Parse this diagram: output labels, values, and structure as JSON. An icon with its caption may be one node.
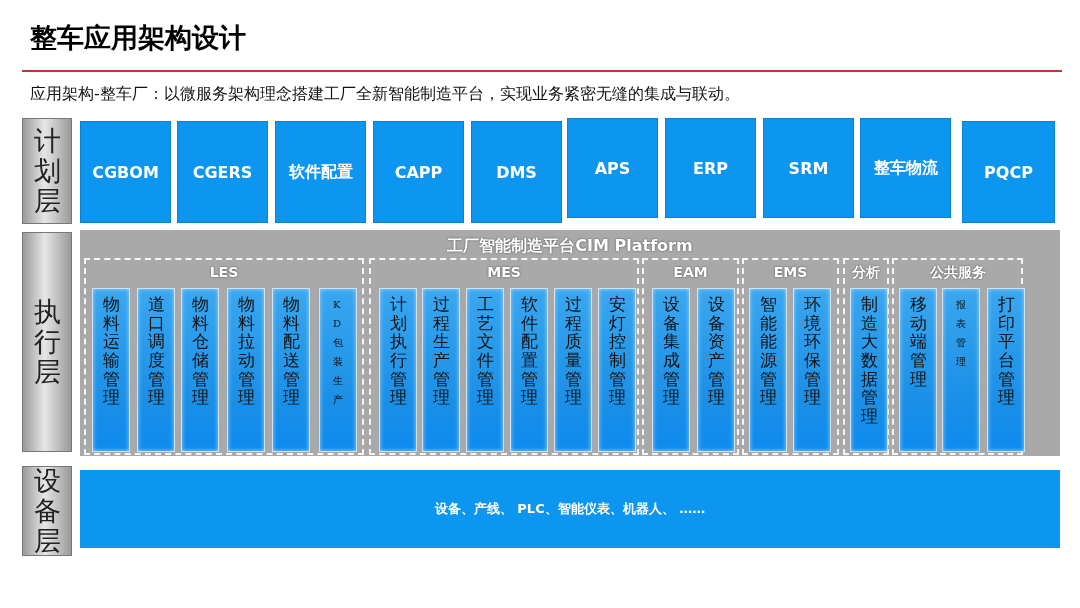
{
  "diagram": {
    "title": "整车应用架构设计",
    "caption": "应用架构-整车厂：以微服务架构理念搭建工厂全新智能制造平台，实现业务紧密无缝的集成与联动。",
    "nodes": [
      {
        "text": [
          "计划层"
        ]
      },
      {
        "text": [
          "CGBOM"
        ]
      },
      {
        "text": [
          "CGERS"
        ]
      },
      {
        "text": [
          "软件配置"
        ]
      },
      {
        "text": [
          "CAPP"
        ]
      },
      {
        "text": [
          "DMS"
        ]
      },
      {
        "text": [
          "APS"
        ]
      },
      {
        "text": [
          "ERP"
        ]
      },
      {
        "text": [
          "SRM"
        ]
      },
      {
        "text": [
          "整车物流"
        ]
      },
      {
        "text": [
          "PQCP"
        ]
      },
      {
        "text": [
          "执行层"
        ]
      },
      {
        "text": [
          "工厂智能制造平台CIM Platform"
        ]
      },
      {
        "text": [
          "LES"
        ],
        "in": 12
      },
      {
        "text": [
          "物料运输管理"
        ],
        "in": 13
      },
      {
        "text": [
          "道口调度管理"
        ],
        "in": 13
      },
      {
        "text": [
          "物料仓储管理"
        ],
        "in": 13
      },
      {
        "text": [
          "物料拉动管理"
        ],
        "in": 13
      },
      {
        "text": [
          "物料配送管理"
        ],
        "in": 13
      },
      {
        "text": [
          "KD包装生产"
        ],
        "in": 13
      },
      {
        "text": [
          "MES"
        ],
        "in": 12
      },
      {
        "text": [
          "计划执行管理"
        ],
        "in": 20
      },
      {
        "text": [
          "过程生产管理"
        ],
        "in": 20
      },
      {
        "text": [
          "工艺文件管理"
        ],
        "in": 20
      },
      {
        "text": [
          "软件配置管理"
        ],
        "in": 20
      },
      {
        "text": [
          "过程质量管理"
        ],
        "in": 20
      },
      {
        "text": [
          "安灯控制管理"
        ],
        "in": 20
      },
      {
        "text": [
          "EAM"
        ],
        "in": 12
      },
      {
        "text": [
          "设备集成管理"
        ],
        "in": 27
      },
      {
        "text": [
          "设备资产管理"
        ],
        "in": 27
      },
      {
        "text": [
          "EMS"
        ],
        "in": 12
      },
      {
        "text": [
          "智能能源管理"
        ],
        "in": 30
      },
      {
        "text": [
          "环境环保管理"
        ],
        "in": 30
      },
      {
        "text": [
          "分析"
        ],
        "in": 12
      },
      {
        "text": [
          "制造大数据管理"
        ],
        "in": 33
      },
      {
        "text": [
          "公共服务"
        ],
        "in": 12
      },
      {
        "text": [
          "移动端管理"
        ],
        "in": 35
      },
      {
        "text": [
          "报表管理"
        ],
        "in": 35
      },
      {
        "text": [
          "打印平台管理"
        ],
        "in": 35
      },
      {
        "text": [
          "设备层"
        ]
      },
      {
        "text": [
          "设备、产线、 PLC、智能仪表、机器人、 ……"
        ]
      }
    ]
  }
}
